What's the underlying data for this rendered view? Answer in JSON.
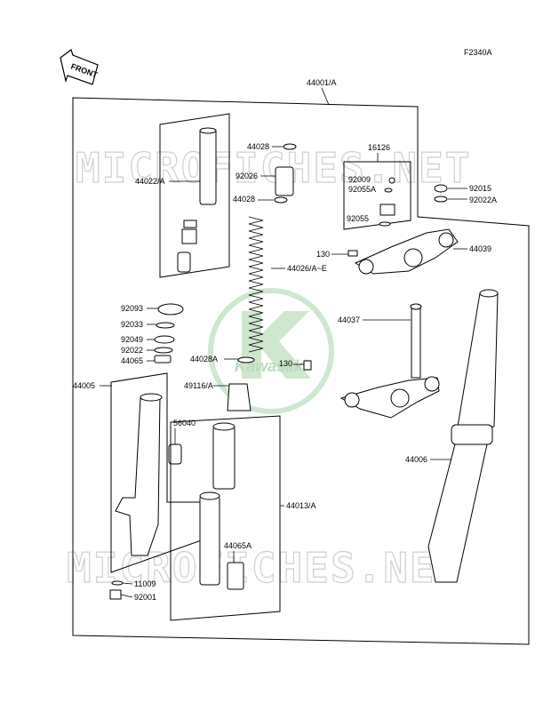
{
  "diagram": {
    "code": "F2340A",
    "front_label": "FRONT",
    "watermark_text": "MICROFICHES.NET",
    "logo_text": "Kawasaki",
    "logo_letter": "K",
    "watermark_color": "#d0d0d0",
    "logo_color": "#cfe6cf",
    "labels": {
      "l44001A": "44001/A",
      "l44028a": "44028",
      "l44022A": "44022/A",
      "l92026": "92026",
      "l44028b": "44028",
      "l16126": "16126",
      "l92009": "92009",
      "l92055A": "92055A",
      "l92055": "92055",
      "l92015": "92015",
      "l92022A": "92022A",
      "l130a": "130",
      "l44039": "44039",
      "l44026": "44026/A~E",
      "l92093": "92093",
      "l92033": "92033",
      "l92049": "92049",
      "l92022": "92022",
      "l44065": "44065",
      "l44037": "44037",
      "l44028A": "44028A",
      "l130b": "130",
      "l49116A": "49116/A",
      "l44005": "44005",
      "l56040": "56040",
      "l44006": "44006",
      "l44013A": "44013/A",
      "l44065A": "44065A",
      "l11009": "11009",
      "l92001": "92001"
    }
  }
}
